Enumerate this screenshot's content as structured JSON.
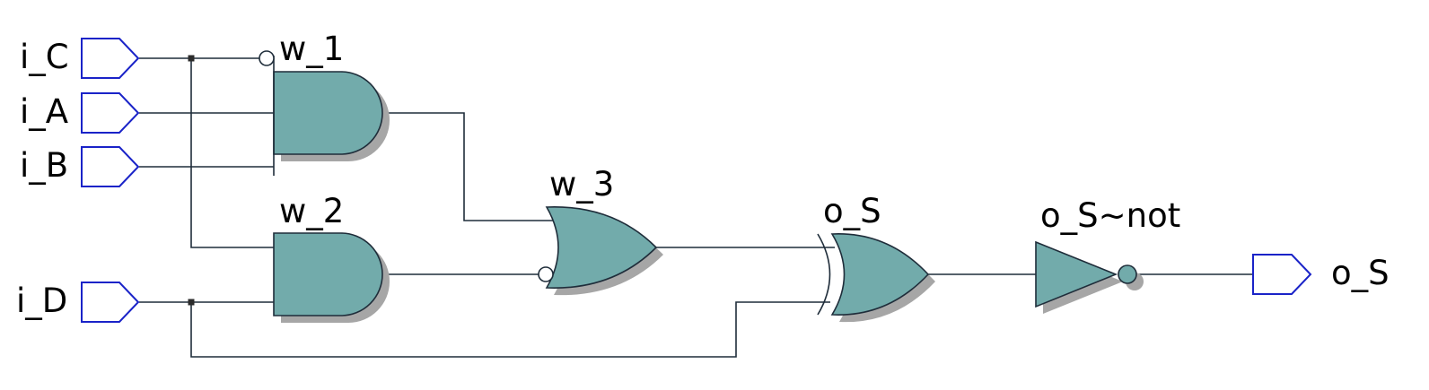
{
  "colors": {
    "gate_fill": "#72abab",
    "port_stroke": "#1a23c8",
    "wire": "#1f2d3a",
    "shadow": "#a6a6a6"
  },
  "inputs": {
    "i_C": "i_C",
    "i_A": "i_A",
    "i_B": "i_B",
    "i_D": "i_D"
  },
  "outputs": {
    "o_S": "o_S"
  },
  "gates": {
    "w_1": {
      "label": "w_1",
      "type": "AND",
      "icon": "and-gate-icon"
    },
    "w_2": {
      "label": "w_2",
      "type": "AND",
      "icon": "and-gate-icon"
    },
    "w_3": {
      "label": "w_3",
      "type": "OR",
      "icon": "or-gate-icon"
    },
    "o_S": {
      "label": "o_S",
      "type": "XOR",
      "icon": "xor-gate-icon"
    },
    "not": {
      "label": "o_S~not",
      "type": "NOT",
      "icon": "not-gate-icon"
    }
  }
}
